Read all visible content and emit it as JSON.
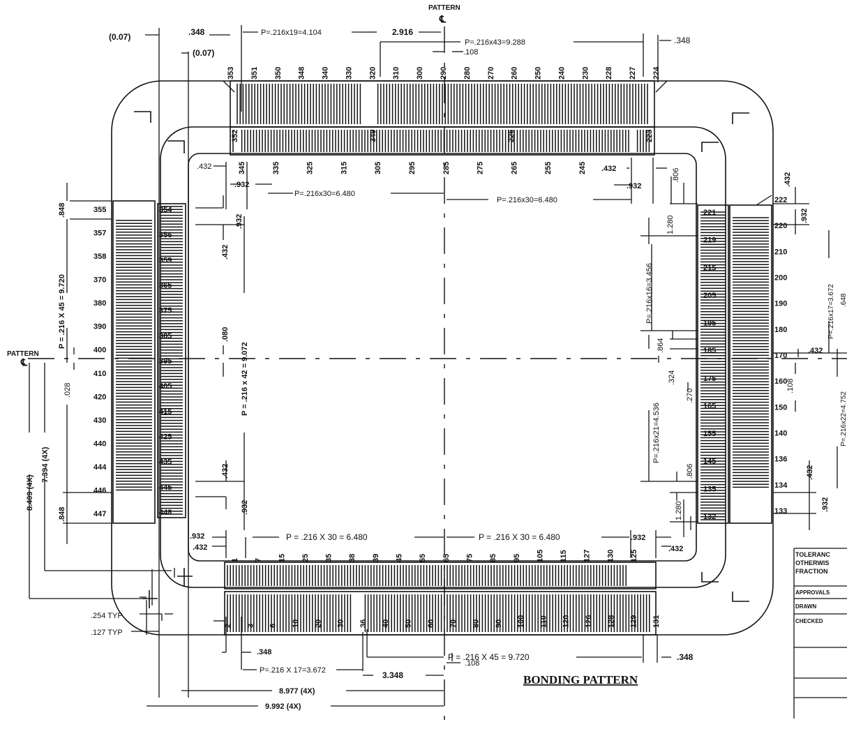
{
  "title": "BONDING PATTERN",
  "pattern_label": "PATTERN",
  "centerline_symbol": "℄",
  "top": {
    "dims": [
      "(0.07)",
      ".348",
      "P=.216x19=4.104",
      "2.916",
      "P=.216x43=9.288",
      ".348",
      "(0.07)",
      ".108"
    ],
    "outer_pins": [
      "353",
      "351",
      "350",
      "348",
      "340",
      "330",
      "320",
      "310",
      "300",
      "290",
      "280",
      "270",
      "260",
      "250",
      "240",
      "230",
      "228",
      "227",
      "224"
    ],
    "inner_pins": [
      "352",
      "349",
      "226",
      "223"
    ],
    "inner_labels": [
      "345",
      "335",
      "325",
      "315",
      "305",
      "295",
      "285",
      "275",
      "265",
      "255",
      "245"
    ],
    "side_dims": [
      ".432",
      ".932",
      "P=.216x30=6.480",
      "P=.216x30=6.480",
      ".432",
      ".932",
      ".806"
    ]
  },
  "left": {
    "outer_pins": [
      "355",
      "357",
      "358",
      "370",
      "380",
      "390",
      "400",
      "410",
      "420",
      "430",
      "440",
      "444",
      "446",
      "447"
    ],
    "inner_pins": [
      "354",
      "356",
      "359",
      "365",
      "375",
      "385",
      "395",
      "405",
      "415",
      "425",
      "435",
      "445",
      "448"
    ],
    "dims": [
      ".848",
      "P = .216 X 45 = 9.720",
      ".028",
      "8.409 (4X)",
      "7.394 (4X)",
      ".848",
      ".932",
      ".432",
      "P = .216 x 42 = 9.072",
      ".080",
      ".432",
      ".932"
    ]
  },
  "right": {
    "outer_pins": [
      "222",
      "220",
      "210",
      "200",
      "190",
      "180",
      "170",
      "160",
      "150",
      "140",
      "136",
      "134",
      "133"
    ],
    "inner_pins": [
      "221",
      "219",
      "215",
      "205",
      "195",
      "185",
      "175",
      "165",
      "155",
      "145",
      "135",
      "132"
    ],
    "dims": [
      ".432",
      ".932",
      "P=.216x17=3.672",
      ".648",
      ".432",
      ".108",
      "P=.216x22=4.752",
      ".432",
      ".932",
      "1.280",
      "P=.216x16=3.456",
      ".864",
      ".324",
      ".270",
      "P=.216x21=4.536",
      ".806",
      "1.280"
    ]
  },
  "bottom": {
    "inner_labels": [
      "1",
      "7",
      "15",
      "25",
      "35",
      "38",
      "39",
      "45",
      "55",
      "65",
      "75",
      "85",
      "95",
      "105",
      "115",
      "127",
      "130",
      "125"
    ],
    "outer_pins": [
      "2",
      "3",
      "6",
      "10",
      "20",
      "30",
      "36",
      "40",
      "50",
      "60",
      "70",
      "80",
      "90",
      "100",
      "110",
      "120",
      "126",
      "128",
      "129",
      "131"
    ],
    "dims": [
      ".932",
      ".432",
      "P = .216 X 30 = 6.480",
      "P = .216 X 30 = 6.480",
      ".932",
      ".432",
      ".254 TYP",
      ".127 TYP",
      ".348",
      "P=.216 X 17=3.672",
      "3.348",
      ".108",
      "P = .216 X 45 = 9.720",
      ".348",
      "8.977 (4X)",
      "9.992 (4X)"
    ]
  },
  "title_block": [
    "TOLERANC",
    "OTHERWIS",
    "FRACTION",
    "APPROVALS",
    "DRAWN",
    "CHECKED"
  ]
}
